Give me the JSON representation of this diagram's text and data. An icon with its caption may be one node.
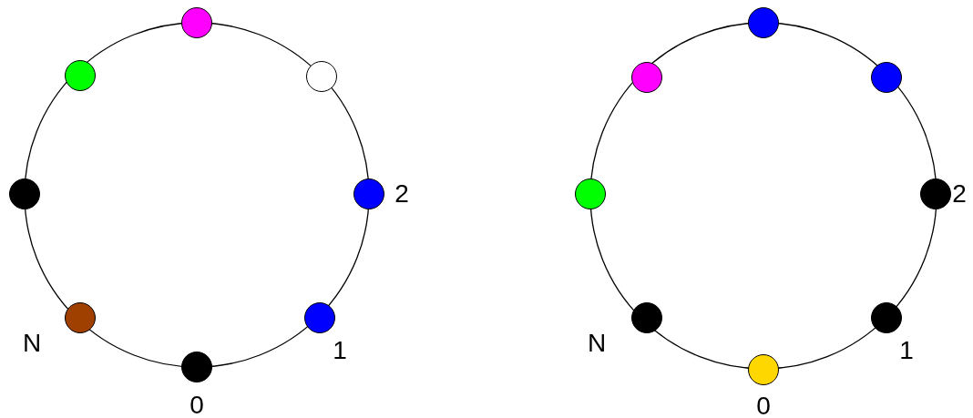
{
  "diagram": {
    "nodes": [
      {
        "text": [],
        "shape": "circle"
      },
      {
        "text": [],
        "shape": "circle"
      },
      {
        "text": [],
        "shape": "circle",
        "beside": [
          "2"
        ]
      },
      {
        "text": [],
        "shape": "circle",
        "beside": [
          "1"
        ]
      },
      {
        "text": [],
        "shape": "circle",
        "beside": [
          "0"
        ]
      },
      {
        "text": [],
        "shape": "circle",
        "beside": [
          "N"
        ]
      },
      {
        "text": [],
        "shape": "circle"
      },
      {
        "text": [],
        "shape": "circle"
      },
      {
        "text": [],
        "shape": "circle"
      },
      {
        "text": [],
        "shape": "circle"
      },
      {
        "text": [],
        "shape": "circle",
        "beside": [
          "2"
        ]
      },
      {
        "text": [],
        "shape": "circle",
        "beside": [
          "1"
        ]
      },
      {
        "text": [],
        "shape": "circle",
        "beside": [
          "0"
        ]
      },
      {
        "text": [],
        "shape": "circle",
        "beside": [
          "N"
        ]
      },
      {
        "text": [],
        "shape": "circle"
      },
      {
        "text": [],
        "shape": "circle"
      }
    ]
  }
}
